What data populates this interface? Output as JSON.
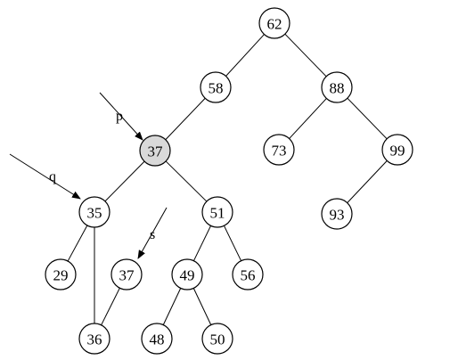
{
  "tree": {
    "highlight_color": "#d9d9d9",
    "nodes": [
      {
        "id": "n62",
        "label": "62"
      },
      {
        "id": "n58",
        "label": "58"
      },
      {
        "id": "n88",
        "label": "88"
      },
      {
        "id": "n37",
        "label": "37",
        "highlight": true
      },
      {
        "id": "n73",
        "label": "73"
      },
      {
        "id": "n99",
        "label": "99"
      },
      {
        "id": "n35",
        "label": "35"
      },
      {
        "id": "n51",
        "label": "51"
      },
      {
        "id": "n93",
        "label": "93"
      },
      {
        "id": "n29",
        "label": "29"
      },
      {
        "id": "n37b",
        "label": "37"
      },
      {
        "id": "n49",
        "label": "49"
      },
      {
        "id": "n56",
        "label": "56"
      },
      {
        "id": "n36",
        "label": "36"
      },
      {
        "id": "n48",
        "label": "48"
      },
      {
        "id": "n50",
        "label": "50"
      }
    ],
    "edges": [
      [
        "n62",
        "n58"
      ],
      [
        "n62",
        "n88"
      ],
      [
        "n58",
        "n37"
      ],
      [
        "n88",
        "n73"
      ],
      [
        "n88",
        "n99"
      ],
      [
        "n37",
        "n35"
      ],
      [
        "n37",
        "n51"
      ],
      [
        "n99",
        "n93"
      ],
      [
        "n35",
        "n29"
      ],
      [
        "n35",
        "n36"
      ],
      [
        "n37b",
        "n36"
      ],
      [
        "n51",
        "n49"
      ],
      [
        "n51",
        "n56"
      ],
      [
        "n49",
        "n48"
      ],
      [
        "n49",
        "n50"
      ]
    ],
    "pointers": [
      {
        "id": "p",
        "label": "p",
        "target": "n37"
      },
      {
        "id": "q",
        "label": "q",
        "target": "n35"
      },
      {
        "id": "s",
        "label": "s",
        "target": "n37b"
      }
    ]
  }
}
